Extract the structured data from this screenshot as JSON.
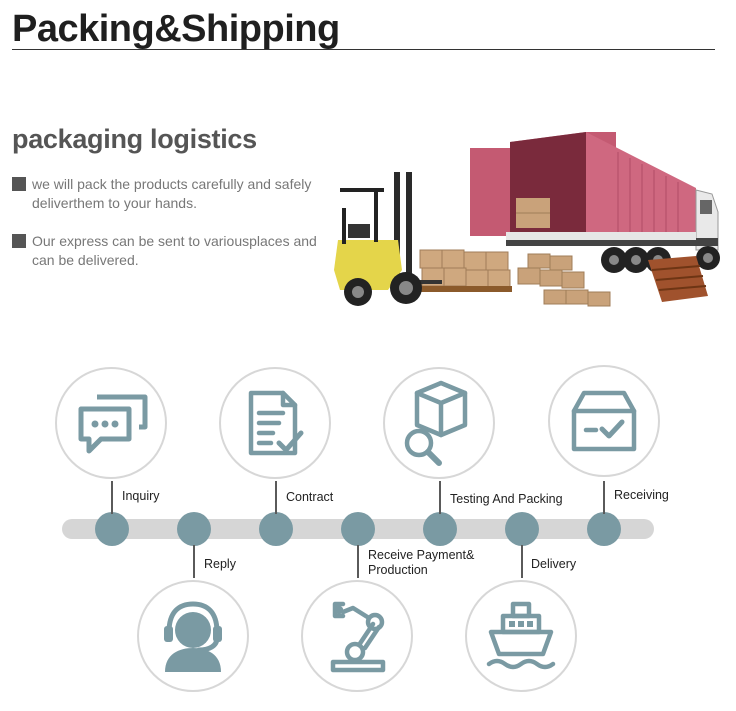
{
  "header": {
    "title": "Packing&Shipping"
  },
  "intro": {
    "subtitle": "packaging logistics",
    "bullets": [
      "we will pack the products carefully and safely deliverthem to your hands.",
      "Our express can be sent to variousplaces and can be delivered."
    ]
  },
  "process": {
    "steps": [
      {
        "label": "Inquiry",
        "icon": "chat-bubbles-icon"
      },
      {
        "label": "Reply",
        "icon": "headset-agent-icon"
      },
      {
        "label": "Contract",
        "icon": "document-check-icon"
      },
      {
        "label": "Receive Payment& Production",
        "icon": "robot-arm-icon"
      },
      {
        "label": "Testing And Packing",
        "icon": "box-magnifier-icon"
      },
      {
        "label": "Delivery",
        "icon": "ship-icon"
      },
      {
        "label": "Receiving",
        "icon": "received-box-icon"
      }
    ]
  },
  "colors": {
    "node": "#7a9aa3",
    "icon": "#7a9aa3",
    "bar": "#d6d6d6",
    "circle_border": "#d7d7d7",
    "container": "#c9566f"
  }
}
